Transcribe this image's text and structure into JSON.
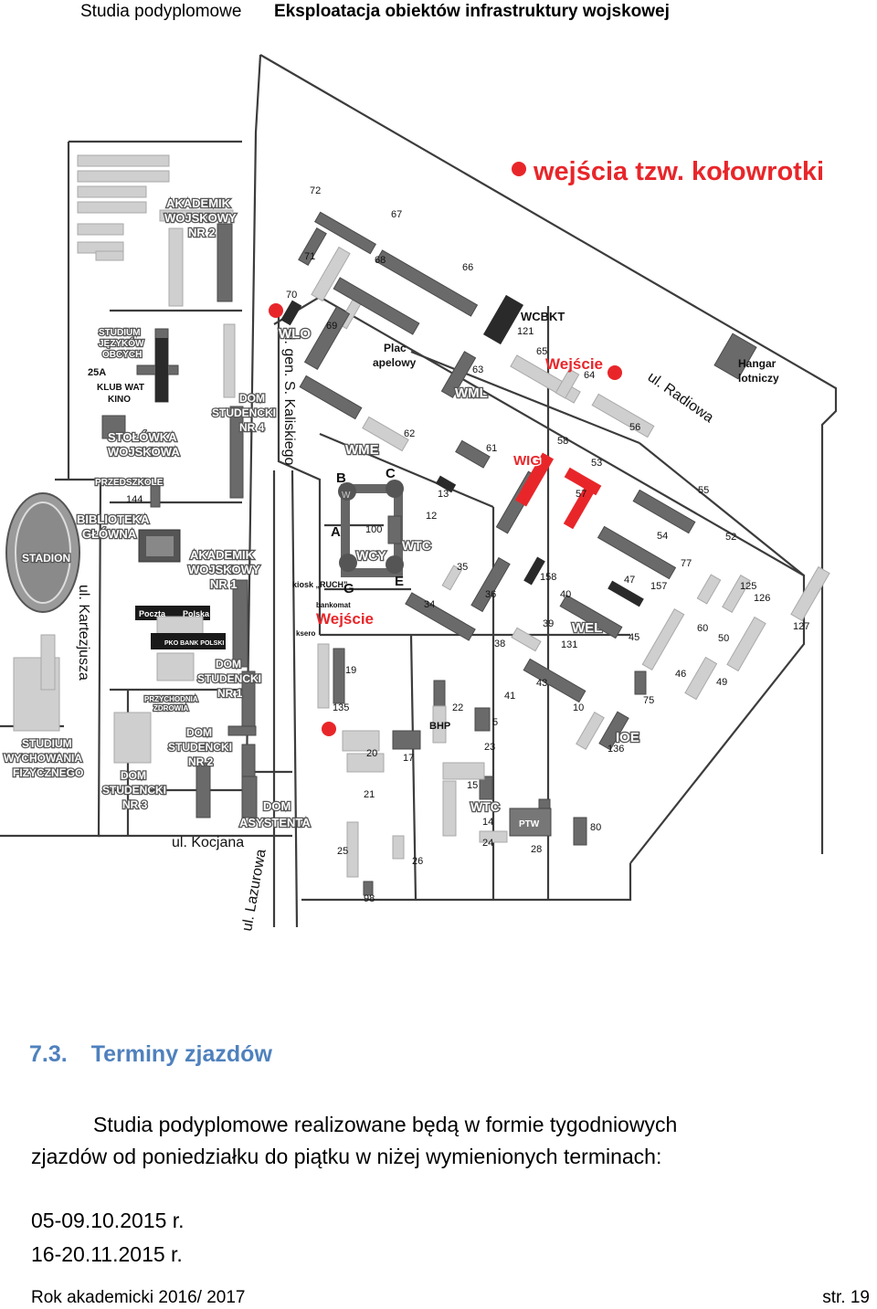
{
  "header": {
    "left": "Studia podyplomowe",
    "right": "Eksploatacja obiektów infrastruktury wojskowej"
  },
  "map": {
    "legend": "wejścia tzw. kołowrotki",
    "colors": {
      "entry": "#e8262a",
      "building": "#6a6a6a",
      "building_light": "#cfcfcf"
    },
    "streets": [
      "ul. gen. S. Kaliskiego",
      "ul. Radiowa",
      "ul. Kartezjusza",
      "ul. Kocjana",
      "ul. Lazurowa"
    ],
    "labels": {
      "akademik2": "AKADEMIK WOJSKOWY NR 2",
      "studium_jezykow": "STUDIUM JĘZYKÓW OBCYCH",
      "klub": "KLUB WAT KINO",
      "k25a": "25A",
      "stolowka": "STOŁÓWKA WOJSKOWA",
      "dom4": "DOM STUDENCKI NR 4",
      "przedszkole": "PRZEDSZKOLE",
      "b144": "144",
      "biblioteka": "BIBLIOTEKA GŁÓWNA",
      "stadion": "STADION",
      "akademik1": "AKADEMIK WOJSKOWY NR 1",
      "poczta": "Poczta",
      "polska": "Polska",
      "pko": "PKO BANK POLSKI",
      "dom1": "DOM STUDENCKI NR 1",
      "przychodnia": "PRZYCHODNIA ZDROWIA",
      "studium_wf": "STUDIUM WYCHOWANIA FIZYCZNEGO",
      "dom2": "DOM STUDENCKI NR 2",
      "dom3": "DOM STUDENCKI NR 3",
      "dom_asystenta": "DOM ASYSTENTA",
      "wlo": "WLO",
      "plac": "Plac apelowy",
      "wme": "WME",
      "wml": "WML",
      "wcbkt": "WCBKT",
      "wejscie": "Wejście",
      "hangar": "Hangar lotniczy",
      "wig": "WIG",
      "wcy": "WCY",
      "wtc": "WTC",
      "kiosk": "kiosk „RUCH”",
      "bankomat": "bankomat",
      "ksero": "ksero",
      "wel": "WEL",
      "ioe": "IOE",
      "bhp": "BHP",
      "ptw": "PTW",
      "A": "A",
      "B": "B",
      "C": "C",
      "E": "E",
      "G": "G",
      "W": "W"
    },
    "numbers": {
      "n72": "72",
      "n67": "67",
      "n71": "71",
      "n68": "68",
      "n66": "66",
      "n70": "70",
      "n69": "69",
      "n121": "121",
      "n65": "65",
      "n63": "63",
      "n64": "64",
      "n62": "62",
      "n56": "56",
      "n61": "61",
      "n58": "58",
      "n53": "53",
      "n57": "57",
      "n13": "13",
      "n55": "55",
      "n100": "100",
      "n12": "12",
      "n54": "54",
      "n52": "52",
      "n77": "77",
      "n35": "35",
      "n158": "158",
      "n47": "47",
      "n157": "157",
      "n125": "125",
      "n126": "126",
      "n36": "36",
      "n40": "40",
      "n34": "34",
      "n39": "39",
      "n60": "60",
      "n127": "127",
      "n50": "50",
      "n45": "45",
      "n38": "38",
      "n131": "131",
      "n19": "19",
      "n43": "43",
      "n46": "46",
      "n49": "49",
      "n41": "41",
      "n75": "75",
      "n135": "135",
      "n22": "22",
      "n10": "10",
      "n5": "5",
      "n136": "136",
      "n20": "20",
      "n17": "17",
      "n23": "23",
      "n15": "15",
      "n21": "21",
      "n14": "14",
      "n24": "24",
      "n80": "80",
      "n25": "25",
      "n26": "26",
      "n28": "28",
      "n98": "98"
    }
  },
  "section": {
    "number": "7.3.",
    "title": "Terminy zjazdów"
  },
  "paragraph": {
    "line1": "Studia podyplomowe realizowane będą w formie tygodniowych",
    "line2": "zjazdów od poniedziałku do piątku w niżej wymienionych terminach:"
  },
  "dates": [
    "05-09.10.2015 r.",
    "16-20.11.2015 r."
  ],
  "footer": {
    "left": "Rok akademicki 2016/ 2017",
    "right": "str. 19"
  }
}
